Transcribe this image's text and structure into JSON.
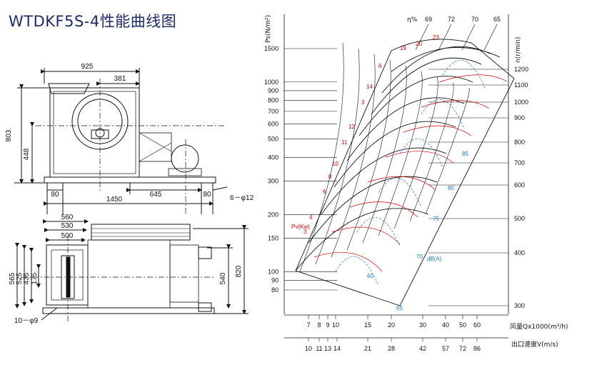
{
  "title": "WTDKF5S-4性能曲线图",
  "dims_side": {
    "d925": "925",
    "d381": "381",
    "d803": "803",
    "d448": "448",
    "d80a": "80",
    "d645": "645",
    "d80b": "80",
    "d1450": "1450",
    "holes": "6－φ12"
  },
  "dims_front": {
    "d560": "560",
    "d530": "530",
    "d500": "500",
    "d565": "565",
    "d525": "525",
    "d435": "435",
    "d175": "175",
    "d540": "540",
    "d820": "820",
    "holes": "10－φ9"
  },
  "chart": {
    "ylabel_left": "Ps(N/m²)",
    "ylabel_right": "n(r/min)",
    "eta_label": "η%",
    "xlabel_q": "风量Qx1000(m³/h)",
    "xlabel_v": "出口速度V(m/s)",
    "pv_label": "Pv(Kw)",
    "db_label": "dB(A)"
  },
  "chart_data": {
    "type": "line",
    "y_ps_ticks": [
      "1500",
      "1000",
      "900",
      "800",
      "700",
      "600",
      "500",
      "400",
      "300",
      "200",
      "150",
      "100",
      "90",
      "80"
    ],
    "y_ps_values": [
      1500,
      1000,
      900,
      800,
      700,
      600,
      500,
      400,
      300,
      200,
      150,
      100,
      90,
      80
    ],
    "y_n_ticks": [
      "1200",
      "1100",
      "1000",
      "900",
      "800",
      "700",
      "600",
      "500",
      "400",
      "300"
    ],
    "x_q_ticks": [
      "7",
      "8",
      "9",
      "10",
      "15",
      "20",
      "30",
      "40",
      "50",
      "60"
    ],
    "x_v_ticks": [
      "10",
      "11",
      "13",
      "14",
      "21",
      "28",
      "42",
      "57",
      "72",
      "86"
    ],
    "eta_ticks": [
      "69",
      "72",
      "70",
      "65"
    ],
    "power_labels": [
      "23",
      "20",
      "19",
      "6",
      "14",
      "3",
      "12",
      "11",
      "10",
      "8",
      "6",
      "4",
      "3"
    ],
    "noise_labels": [
      "85",
      "80",
      "75",
      "70",
      "65",
      "60"
    ]
  }
}
